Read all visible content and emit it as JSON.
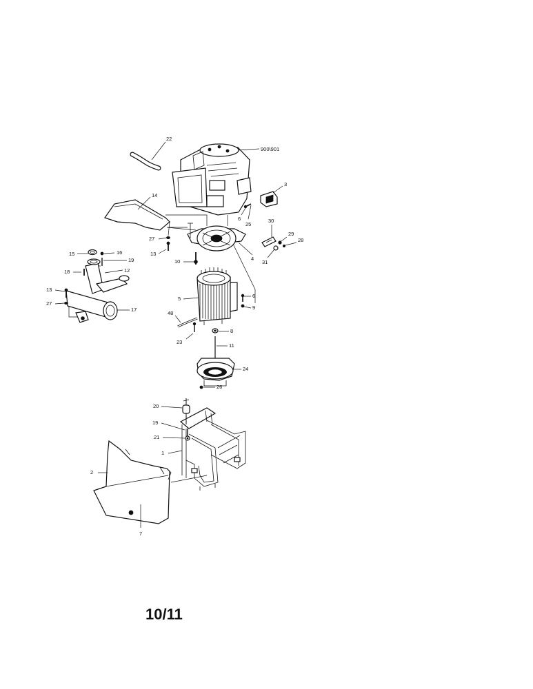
{
  "page_number": "10/11",
  "callouts": {
    "engine": "900\\901",
    "c22": "22",
    "c3": "3",
    "c14": "14",
    "c6a": "6",
    "c25": "25",
    "c30": "30",
    "c27a": "27",
    "c29": "29",
    "c28": "28",
    "c13a": "13",
    "c4": "4",
    "c31": "31",
    "c10": "10",
    "c15": "15",
    "c16": "16",
    "c19a": "19",
    "c18": "18",
    "c12": "12",
    "c13b": "13",
    "c27b": "27",
    "c17": "17",
    "c5": "5",
    "c6b": "6",
    "c9": "9",
    "c48": "48",
    "c8": "8",
    "c23": "23",
    "c11": "11",
    "c24": "24",
    "c26": "26",
    "c20": "20",
    "c19b": "19",
    "c21": "21",
    "c1": "1",
    "c2": "2",
    "c7": "7"
  }
}
